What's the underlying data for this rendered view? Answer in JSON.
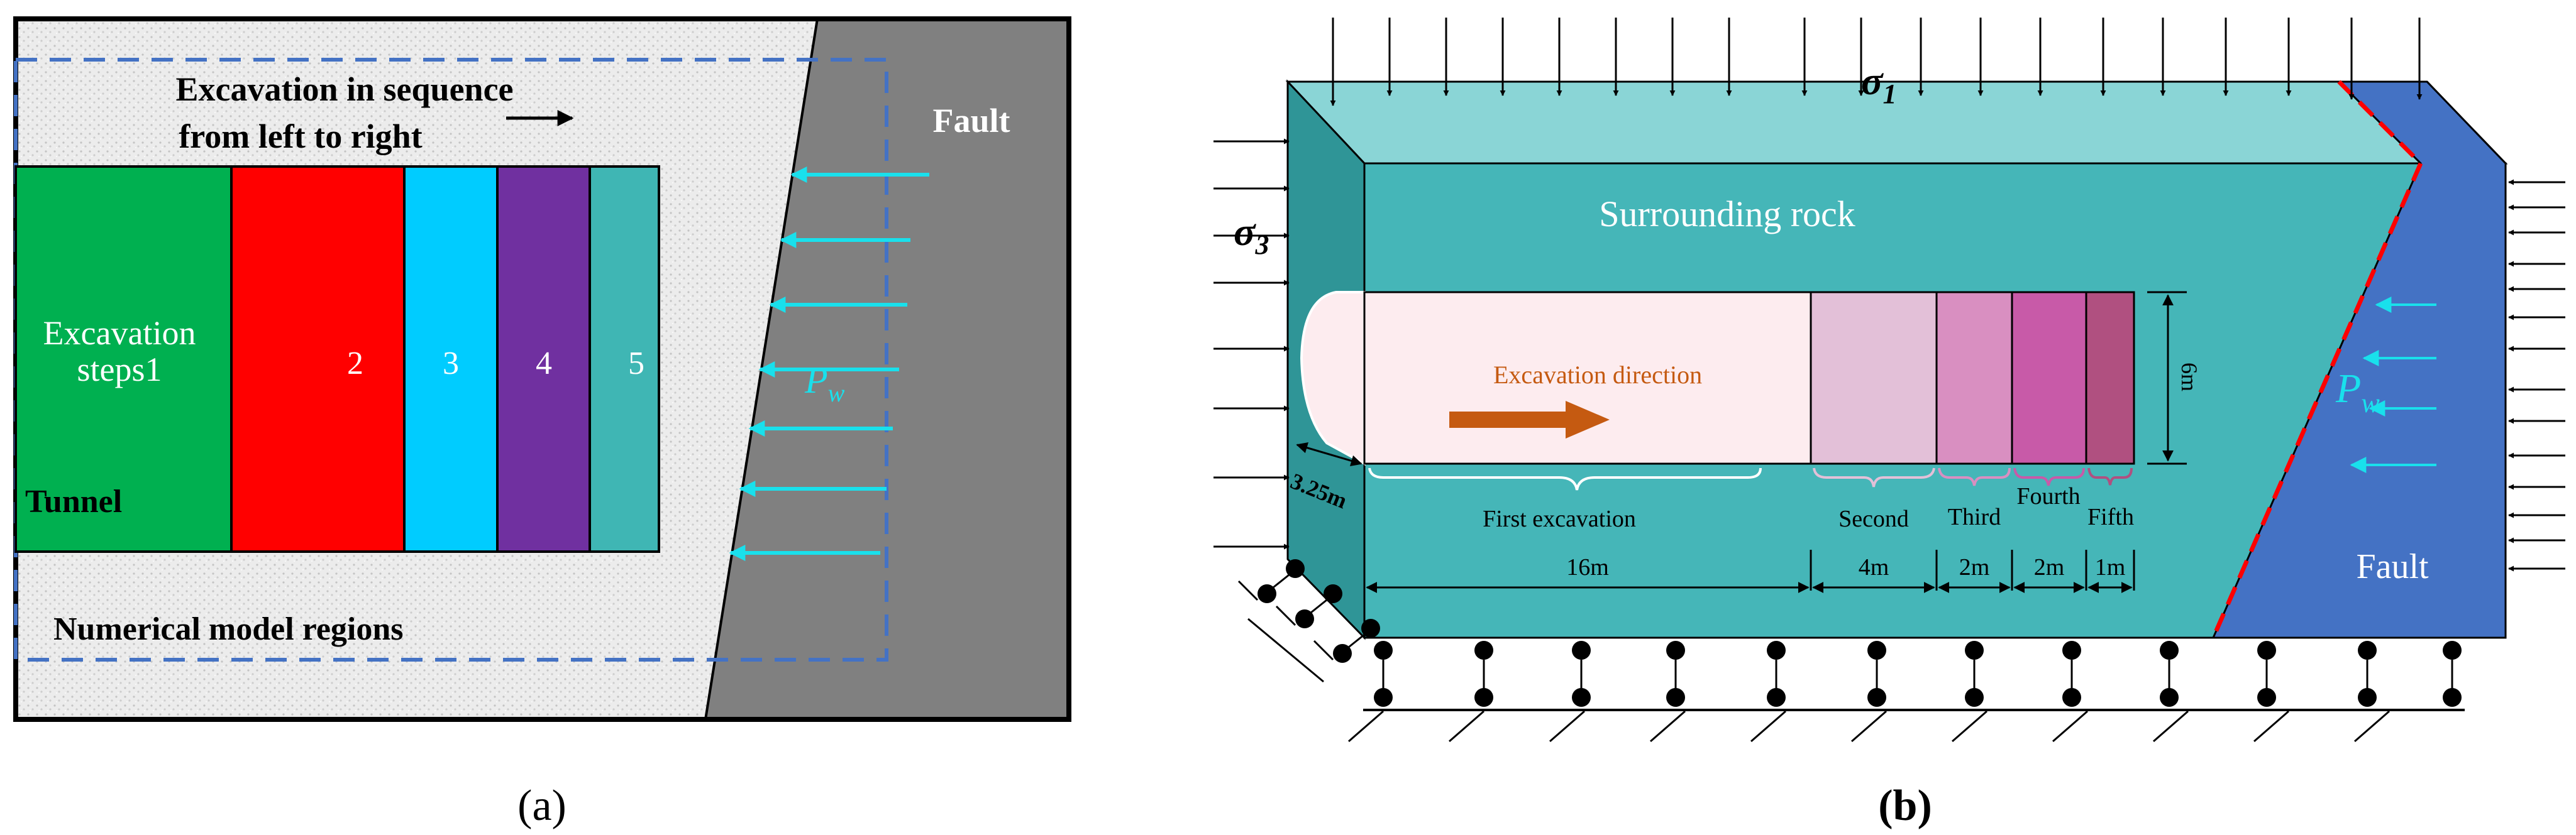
{
  "panel_a": {
    "caption": "(a)",
    "sequence_line1": "Excavation in sequence",
    "sequence_line2": "from left to right",
    "fault_label": "Fault",
    "step1_line1": "Excavation",
    "step1_line2": "steps1",
    "steps": [
      "2",
      "3",
      "4",
      "5"
    ],
    "tunnel_label": "Tunnel",
    "regions_label": "Numerical model regions",
    "pw_symbol": "P",
    "pw_subscript": "w",
    "colors": {
      "step1": "#00b050",
      "step2": "#ff0000",
      "step3": "#00ccff",
      "step4": "#7030a0",
      "step5": "#3fb6b4",
      "fault": "#808080",
      "arrows": "#19e0ec",
      "dashed_frame": "#4472c4"
    }
  },
  "panel_b": {
    "caption": "(b)",
    "sigma1_symbol": "σ",
    "sigma1_sub": "1",
    "sigma3_symbol": "σ",
    "sigma3_sub": "3",
    "surrounding_rock": "Surrounding rock",
    "excavation_direction": "Excavation direction",
    "height_dim": "6m",
    "radius_dim": "3.25m",
    "stage_labels": [
      "First excavation",
      "Second",
      "Third",
      "Fourth",
      "Fifth"
    ],
    "length_dims": [
      "16m",
      "4m",
      "2m",
      "2m",
      "1m"
    ],
    "fault_label": "Fault",
    "pw_symbol": "P",
    "pw_subscript": "w",
    "colors": {
      "rock_front": "#45b6b8",
      "rock_top": "#8ad5d6",
      "rock_side": "#2f9597",
      "fault_block": "#4472c4",
      "fault_line": "#ff0000",
      "stage1": "#fdecef",
      "stage2": "#e3c0d8",
      "stage3": "#d98fc1",
      "stage4": "#c85aa8",
      "stage5": "#b05080",
      "direction_arrow": "#c55a11",
      "pw_arrows": "#19e0ec"
    }
  }
}
